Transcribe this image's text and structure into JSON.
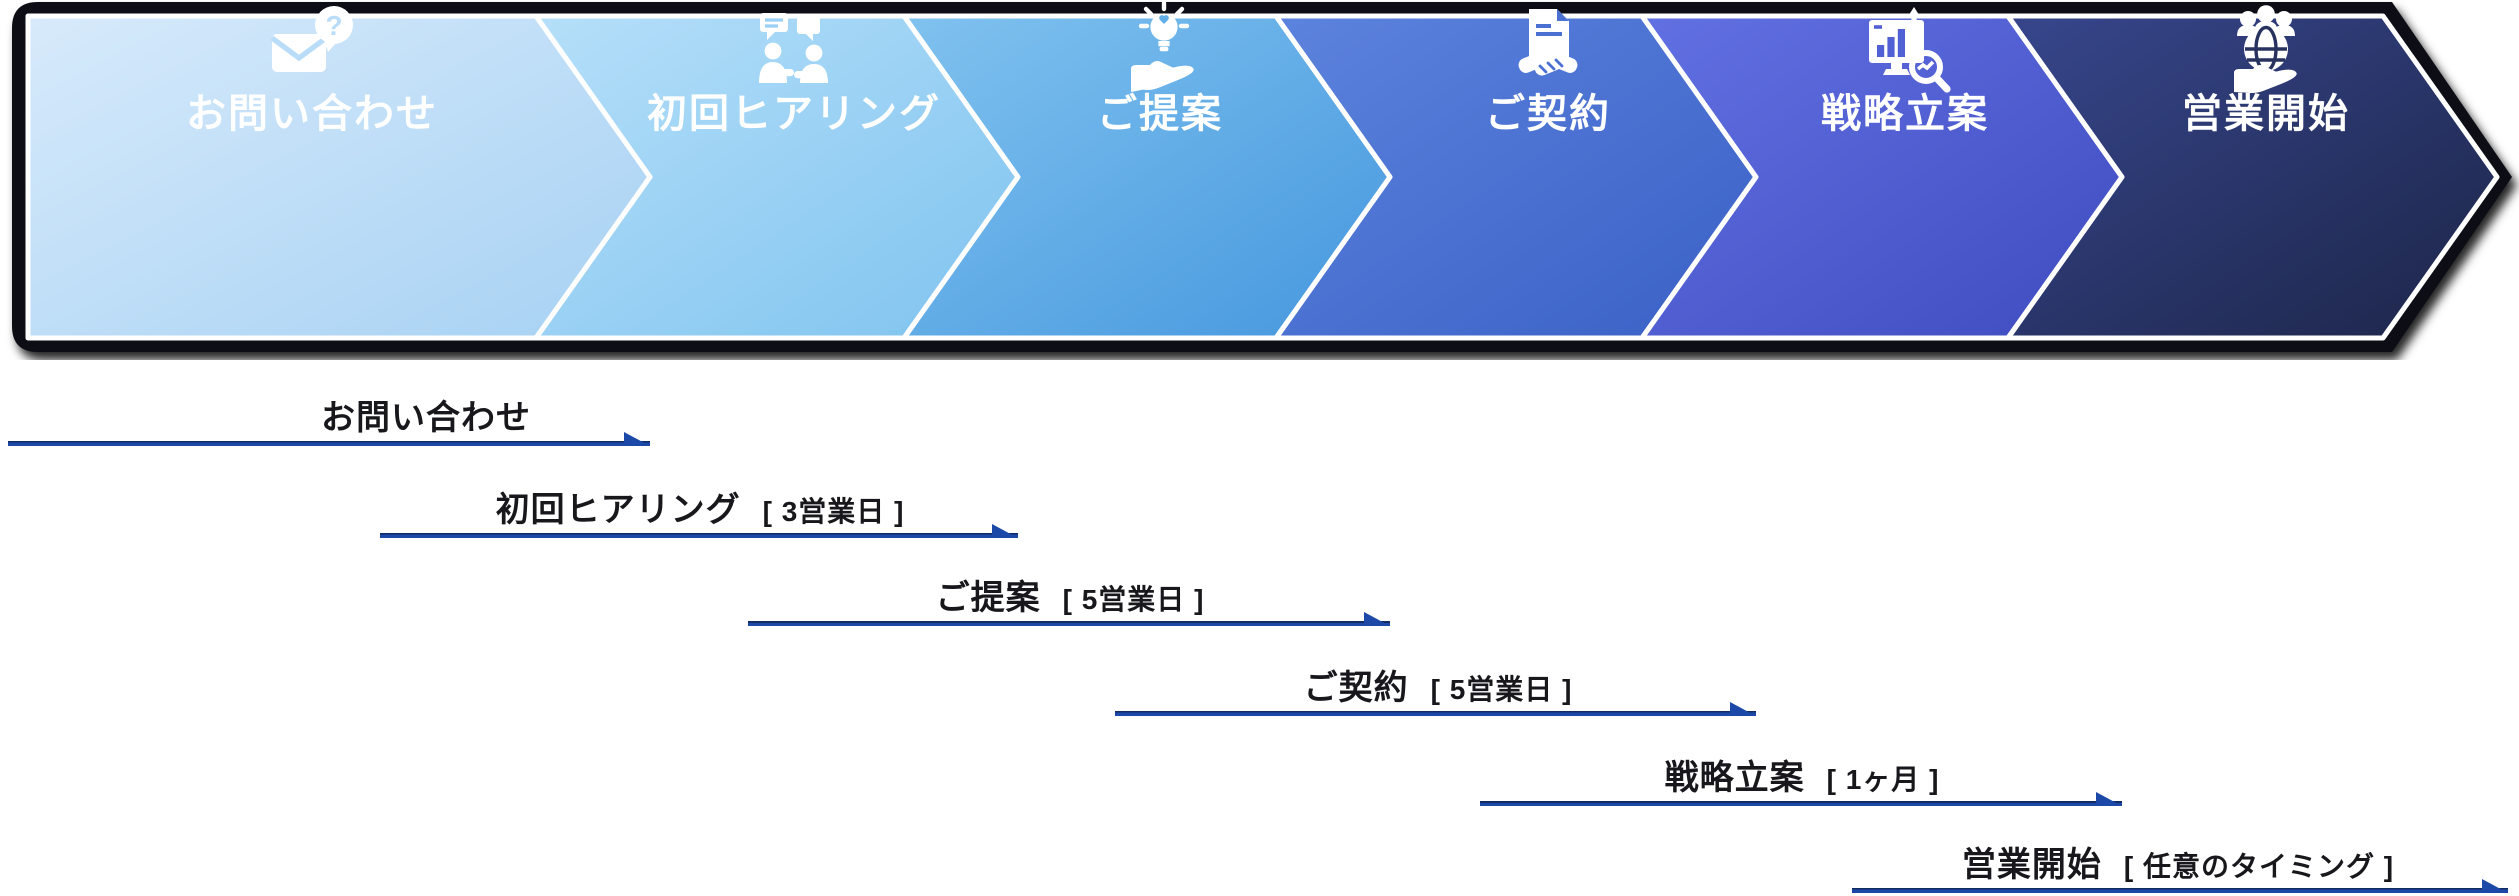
{
  "banner": {
    "outline_color": "#0a0d14",
    "steps": [
      {
        "label": "お問い合わせ",
        "icon": "mail-question-icon",
        "gradient": [
          "#d7eafb",
          "#a6d1f3"
        ]
      },
      {
        "label": "初回ヒアリング",
        "icon": "conversation-icon",
        "gradient": [
          "#b5dff9",
          "#7fc3ef"
        ]
      },
      {
        "label": "ご提案",
        "icon": "idea-hand-icon",
        "gradient": [
          "#80c2ef",
          "#4597de"
        ]
      },
      {
        "label": "ご契約",
        "icon": "contract-handshake-icon",
        "gradient": [
          "#5c83dd",
          "#3a60c6"
        ]
      },
      {
        "label": "戦略立案",
        "icon": "strategy-analysis-icon",
        "gradient": [
          "#6170e2",
          "#3f4cc0"
        ]
      },
      {
        "label": "営業開始",
        "icon": "global-sales-icon",
        "gradient": [
          "#37468c",
          "#1c2548"
        ]
      }
    ]
  },
  "timeline": {
    "line_color": "#1c48a8",
    "text_color": "#17171c",
    "rows": [
      {
        "label": "お問い合わせ",
        "duration": ""
      },
      {
        "label": "初回ヒアリング",
        "duration": "[ 3営業日 ]"
      },
      {
        "label": "ご提案",
        "duration": "[ 5営業日 ]"
      },
      {
        "label": "ご契約",
        "duration": "[ 5営業日 ]"
      },
      {
        "label": "戦略立案",
        "duration": "[ 1ヶ月 ]"
      },
      {
        "label": "営業開始",
        "duration": "[ 任意のタイミング ]"
      }
    ]
  }
}
